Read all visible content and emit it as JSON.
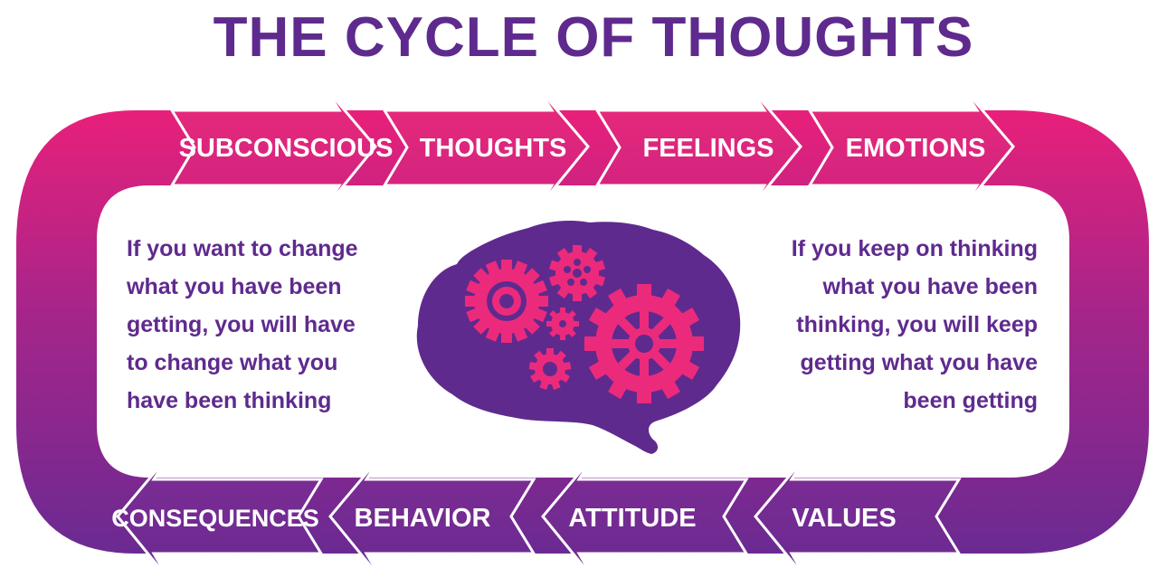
{
  "title": "THE CYCLE OF THOUGHTS",
  "colors": {
    "magenta": "#e8207a",
    "purple": "#6a2a92",
    "dark_purple": "#5f2a8e",
    "white": "#ffffff"
  },
  "top_row": [
    {
      "label": "SUBCONSCIOUS"
    },
    {
      "label": "THOUGHTS"
    },
    {
      "label": "FEELINGS"
    },
    {
      "label": "EMOTIONS"
    }
  ],
  "bottom_row": [
    {
      "label": "CONSEQUENCES"
    },
    {
      "label": "BEHAVIOR"
    },
    {
      "label": "ATTITUDE"
    },
    {
      "label": "VALUES"
    }
  ],
  "left_quote": {
    "lines": [
      "If you want to change",
      "what you have been",
      "getting, you will have",
      "to change what you",
      "have been thinking"
    ]
  },
  "right_quote": {
    "lines": [
      "If you keep on thinking",
      "what you have been",
      "thinking, you will keep",
      "getting what you have",
      "been getting"
    ]
  },
  "center_image": "brain-with-gears-icon"
}
